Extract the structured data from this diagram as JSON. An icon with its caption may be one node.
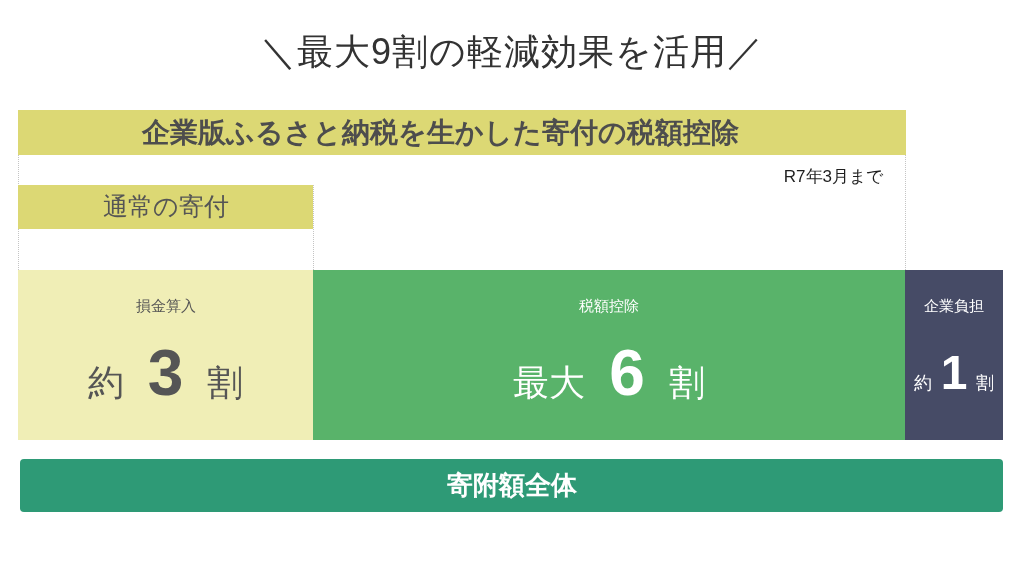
{
  "diagram": {
    "title": "＼最大9割の軽減効果を活用／",
    "nodes": [
      {
        "text": [
          "企業版ふるさと納税を生かした寄付の税額控除",
          "R7年3月まで"
        ]
      },
      {
        "text": [
          "通常の寄付"
        ],
        "in": 0
      },
      {
        "text": [
          "損金算入",
          "約 **3** 割"
        ]
      },
      {
        "text": [
          "税額控除",
          "最大 **6** 割"
        ]
      },
      {
        "text": [
          "企業負担",
          "約 **1** 割"
        ]
      },
      {
        "text": [
          "寄附額全体"
        ]
      }
    ]
  }
}
